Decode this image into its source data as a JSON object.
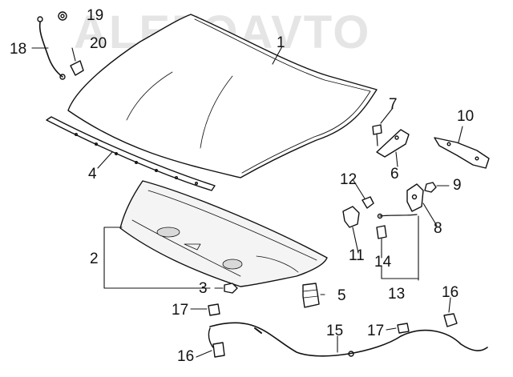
{
  "watermark": {
    "text": "ALEFOAVTO"
  },
  "callouts": [
    {
      "id": "1",
      "text": "1"
    },
    {
      "id": "2",
      "text": "2"
    },
    {
      "id": "3",
      "text": "3"
    },
    {
      "id": "4",
      "text": "4"
    },
    {
      "id": "5",
      "text": "5"
    },
    {
      "id": "6",
      "text": "6"
    },
    {
      "id": "7",
      "text": "7"
    },
    {
      "id": "8",
      "text": "8"
    },
    {
      "id": "9",
      "text": "9"
    },
    {
      "id": "10",
      "text": "10"
    },
    {
      "id": "11",
      "text": "11"
    },
    {
      "id": "12",
      "text": "12"
    },
    {
      "id": "13",
      "text": "13"
    },
    {
      "id": "14",
      "text": "14"
    },
    {
      "id": "15",
      "text": "15"
    },
    {
      "id": "16a",
      "text": "16"
    },
    {
      "id": "16b",
      "text": "16"
    },
    {
      "id": "17a",
      "text": "17"
    },
    {
      "id": "17b",
      "text": "17"
    },
    {
      "id": "18",
      "text": "18"
    },
    {
      "id": "19",
      "text": "19"
    },
    {
      "id": "20",
      "text": "20"
    }
  ],
  "colors": {
    "ink": "#111111",
    "watermark": "#a0a0a0",
    "panel": "#ffffff",
    "shade": "#d9d9d9"
  }
}
